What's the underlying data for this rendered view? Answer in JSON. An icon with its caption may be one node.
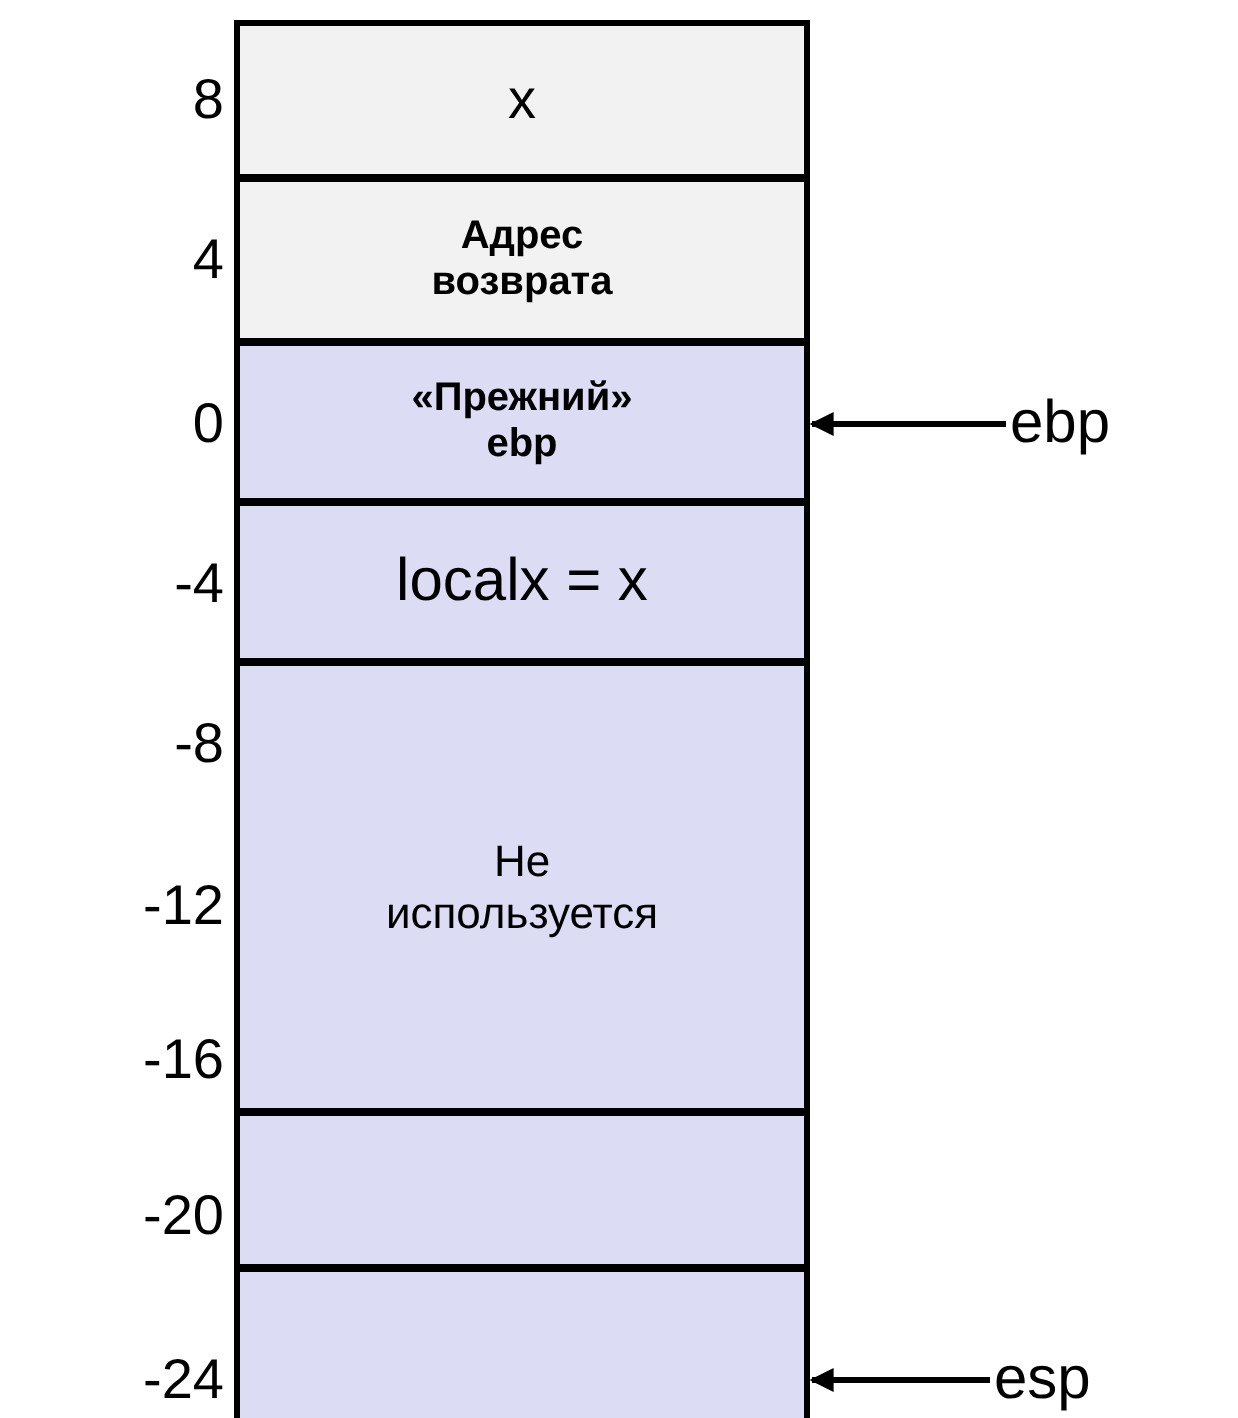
{
  "diagram": {
    "nodes": [
      {
        "text": [
          "x"
        ]
      },
      {
        "text": [
          "Адрес возврата"
        ]
      },
      {
        "text": [
          "«Прежний» ebp"
        ]
      },
      {
        "text": [
          "localx = x"
        ]
      },
      {
        "text": [
          "Не используется"
        ]
      },
      {
        "text": [],
        "shape": "box"
      },
      {
        "text": [],
        "shape": "box"
      },
      {
        "text": [
          "ebp"
        ]
      },
      {
        "text": [
          "esp"
        ]
      }
    ],
    "edges": [
      {
        "from": 7,
        "to": 2,
        "arrow": "to"
      },
      {
        "from": 8,
        "to": 6,
        "arrow": "to"
      }
    ],
    "labels": [
      "8",
      "4",
      "0",
      "-4",
      "-8",
      "-12",
      "-16",
      "-20",
      "-24"
    ]
  }
}
